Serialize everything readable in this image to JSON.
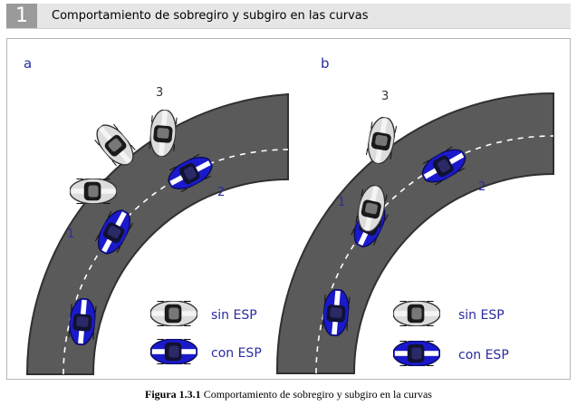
{
  "header": {
    "section_number": "1",
    "title": "Comportamiento de sobregiro y subgiro en las curvas"
  },
  "panels": {
    "a": {
      "label": "a",
      "car_numbers": [
        "1",
        "2",
        "3"
      ]
    },
    "b": {
      "label": "b",
      "car_numbers": [
        "1",
        "2",
        "3"
      ]
    }
  },
  "legend": {
    "without_esp": "sin  ESP",
    "with_esp": "con ESP"
  },
  "colors": {
    "road": "#5a5a5a",
    "road_edge": "#333333",
    "car_with_esp": "#1a1acc",
    "car_without_esp": "#d8d8d8",
    "label_blue": "#2b2ba0"
  },
  "caption": {
    "bold": "Figura 1.3.1",
    "text": " Comportamiento de sobregiro y subgiro en la curvas"
  }
}
